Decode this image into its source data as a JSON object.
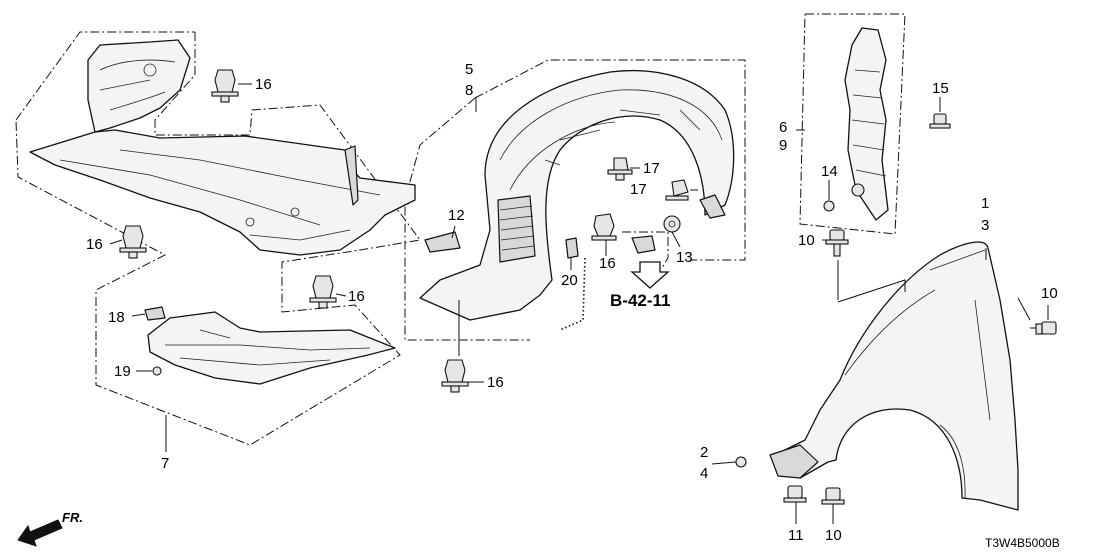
{
  "callouts": {
    "c16_a": "16",
    "c16_b": "16",
    "c16_c": "16",
    "c16_d": "16",
    "c16_e": "16",
    "c5": "5",
    "c8": "8",
    "c6": "6",
    "c9": "9",
    "c15": "15",
    "c14": "14",
    "c1": "1",
    "c3": "3",
    "c17_a": "17",
    "c17_b": "17",
    "c12": "12",
    "c13": "13",
    "c20": "20",
    "c18": "18",
    "c19": "19",
    "c7": "7",
    "c10_a": "10",
    "c10_b": "10",
    "c10_c": "10",
    "c2": "2",
    "c4": "4",
    "c11": "11"
  },
  "reference_label": "B-42-11",
  "front_indicator": "FR.",
  "diagram_code": "T3W4B5000B"
}
